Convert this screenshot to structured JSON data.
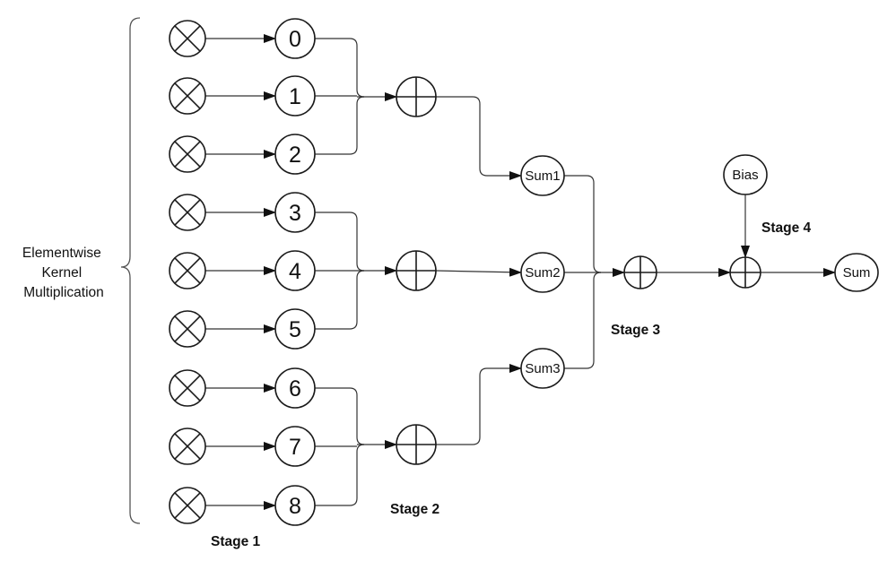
{
  "side_label": {
    "lines": [
      "Elementwise",
      "Kernel",
      "Multiplication"
    ]
  },
  "kernel_nodes": [
    {
      "label": "0"
    },
    {
      "label": "1"
    },
    {
      "label": "2"
    },
    {
      "label": "3"
    },
    {
      "label": "4"
    },
    {
      "label": "5"
    },
    {
      "label": "6"
    },
    {
      "label": "7"
    },
    {
      "label": "8"
    }
  ],
  "sum_nodes": [
    {
      "label": "Sum1"
    },
    {
      "label": "Sum2"
    },
    {
      "label": "Sum3"
    }
  ],
  "bias_node": {
    "label": "Bias"
  },
  "output_node": {
    "label": "Sum"
  },
  "stages": {
    "stage1": "Stage 1",
    "stage2": "Stage 2",
    "stage3": "Stage 3",
    "stage4": "Stage 4"
  },
  "colors": {
    "stroke": "#1a1a1a",
    "edge": "#333333",
    "arrowhead": "#111111",
    "background": "#ffffff"
  }
}
